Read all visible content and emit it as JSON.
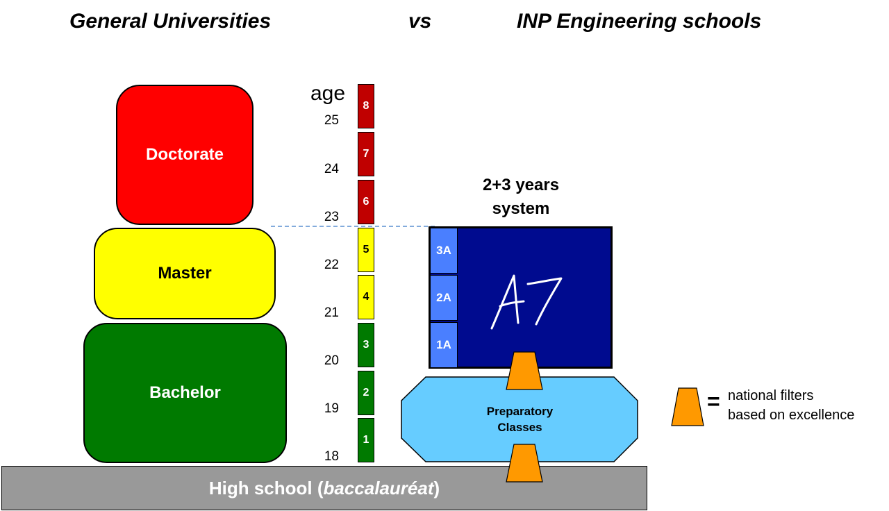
{
  "titles": {
    "left": "General Universities",
    "center": "vs",
    "right": "INP Engineering schools"
  },
  "blocks": {
    "doctorate": "Doctorate",
    "master": "Master",
    "bachelor": "Bachelor"
  },
  "colors": {
    "doctorate": "#ff0000",
    "master": "#ffff00",
    "bachelor": "#007a00",
    "engineering_school": "#000b8f",
    "engineering_years": "#4a7fff",
    "preparatory": "#66ccff",
    "filter": "#ff9900",
    "high_school": "#999999"
  },
  "age_label": "age",
  "ages": [
    "25",
    "24",
    "23",
    "22",
    "21",
    "20",
    "19",
    "18"
  ],
  "years": [
    "8",
    "7",
    "6",
    "5",
    "4",
    "3",
    "2",
    "1"
  ],
  "system": {
    "line1": "2+3 years",
    "line2": "system"
  },
  "engineering_years": [
    "3A",
    "2A",
    "1A"
  ],
  "signature": "A7",
  "preparatory": {
    "line1": "Preparatory",
    "line2": "Classes"
  },
  "high_school": {
    "prefix": "High school (",
    "italic": "baccalauréat",
    "suffix": ")"
  },
  "legend": {
    "equals": "=",
    "line1": "national filters",
    "line2": "based on excellence"
  }
}
